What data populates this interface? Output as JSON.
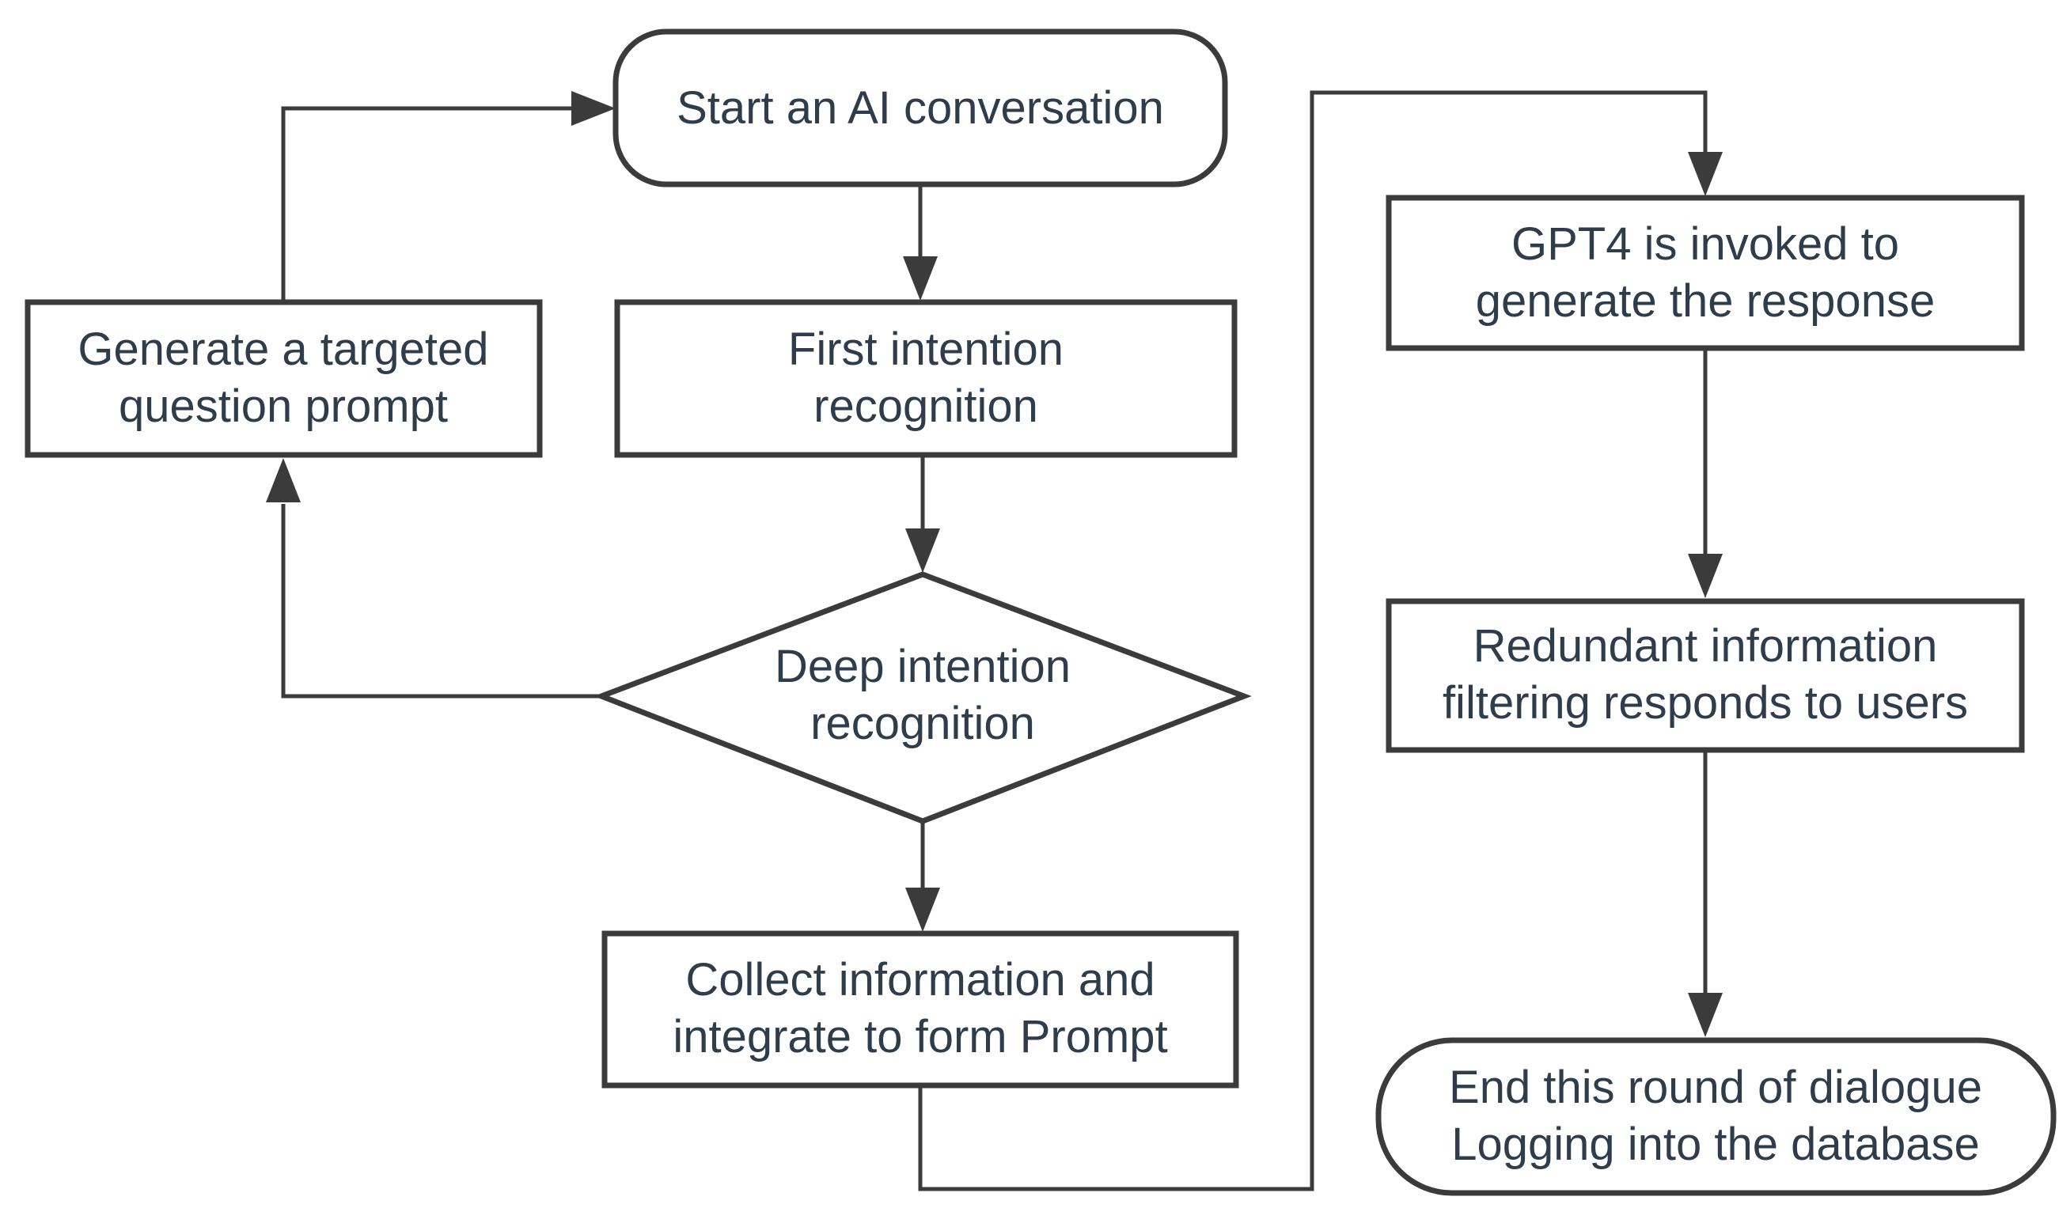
{
  "diagram": {
    "title": "AI conversation flowchart",
    "background_color": "#ffffff",
    "line_color": "#3b3b3b",
    "text_color": "#2f3c49"
  },
  "nodes": {
    "start": {
      "type": "terminator",
      "label": "Start an AI conversation",
      "lines": [
        "Start an AI conversation"
      ]
    },
    "first": {
      "type": "process",
      "label": "First intention recognition",
      "lines": [
        "First intention",
        "recognition"
      ]
    },
    "generate": {
      "type": "process",
      "label": "Generate a targeted question prompt",
      "lines": [
        "Generate a targeted",
        "question prompt"
      ]
    },
    "deep": {
      "type": "decision",
      "label": "Deep intention recognition",
      "lines": [
        "Deep intention",
        "recognition"
      ]
    },
    "collect": {
      "type": "process",
      "label": "Collect information and integrate to form Prompt",
      "lines": [
        "Collect information and",
        "integrate to form Prompt"
      ]
    },
    "gpt4": {
      "type": "process",
      "label": "GPT4 is invoked to generate the response",
      "lines": [
        "GPT4 is invoked to",
        "generate the response"
      ]
    },
    "redundant": {
      "type": "process",
      "label": "Redundant information filtering responds to users",
      "lines": [
        "Redundant information",
        "filtering responds to users"
      ]
    },
    "end": {
      "type": "terminator",
      "label": "End this round of dialogue Logging into the database",
      "lines": [
        "End this round of dialogue",
        "Logging into the database"
      ]
    }
  },
  "edges": [
    {
      "from": "start",
      "to": "first",
      "style": "straight-down"
    },
    {
      "from": "first",
      "to": "deep",
      "style": "straight-down"
    },
    {
      "from": "deep",
      "to": "generate",
      "style": "elbow-left-up"
    },
    {
      "from": "generate",
      "to": "start",
      "style": "elbow-up-right"
    },
    {
      "from": "deep",
      "to": "collect",
      "style": "straight-down"
    },
    {
      "from": "collect",
      "to": "gpt4",
      "style": "elbow-down-right-up-right-down"
    },
    {
      "from": "gpt4",
      "to": "redundant",
      "style": "straight-down"
    },
    {
      "from": "redundant",
      "to": "end",
      "style": "straight-down"
    }
  ]
}
